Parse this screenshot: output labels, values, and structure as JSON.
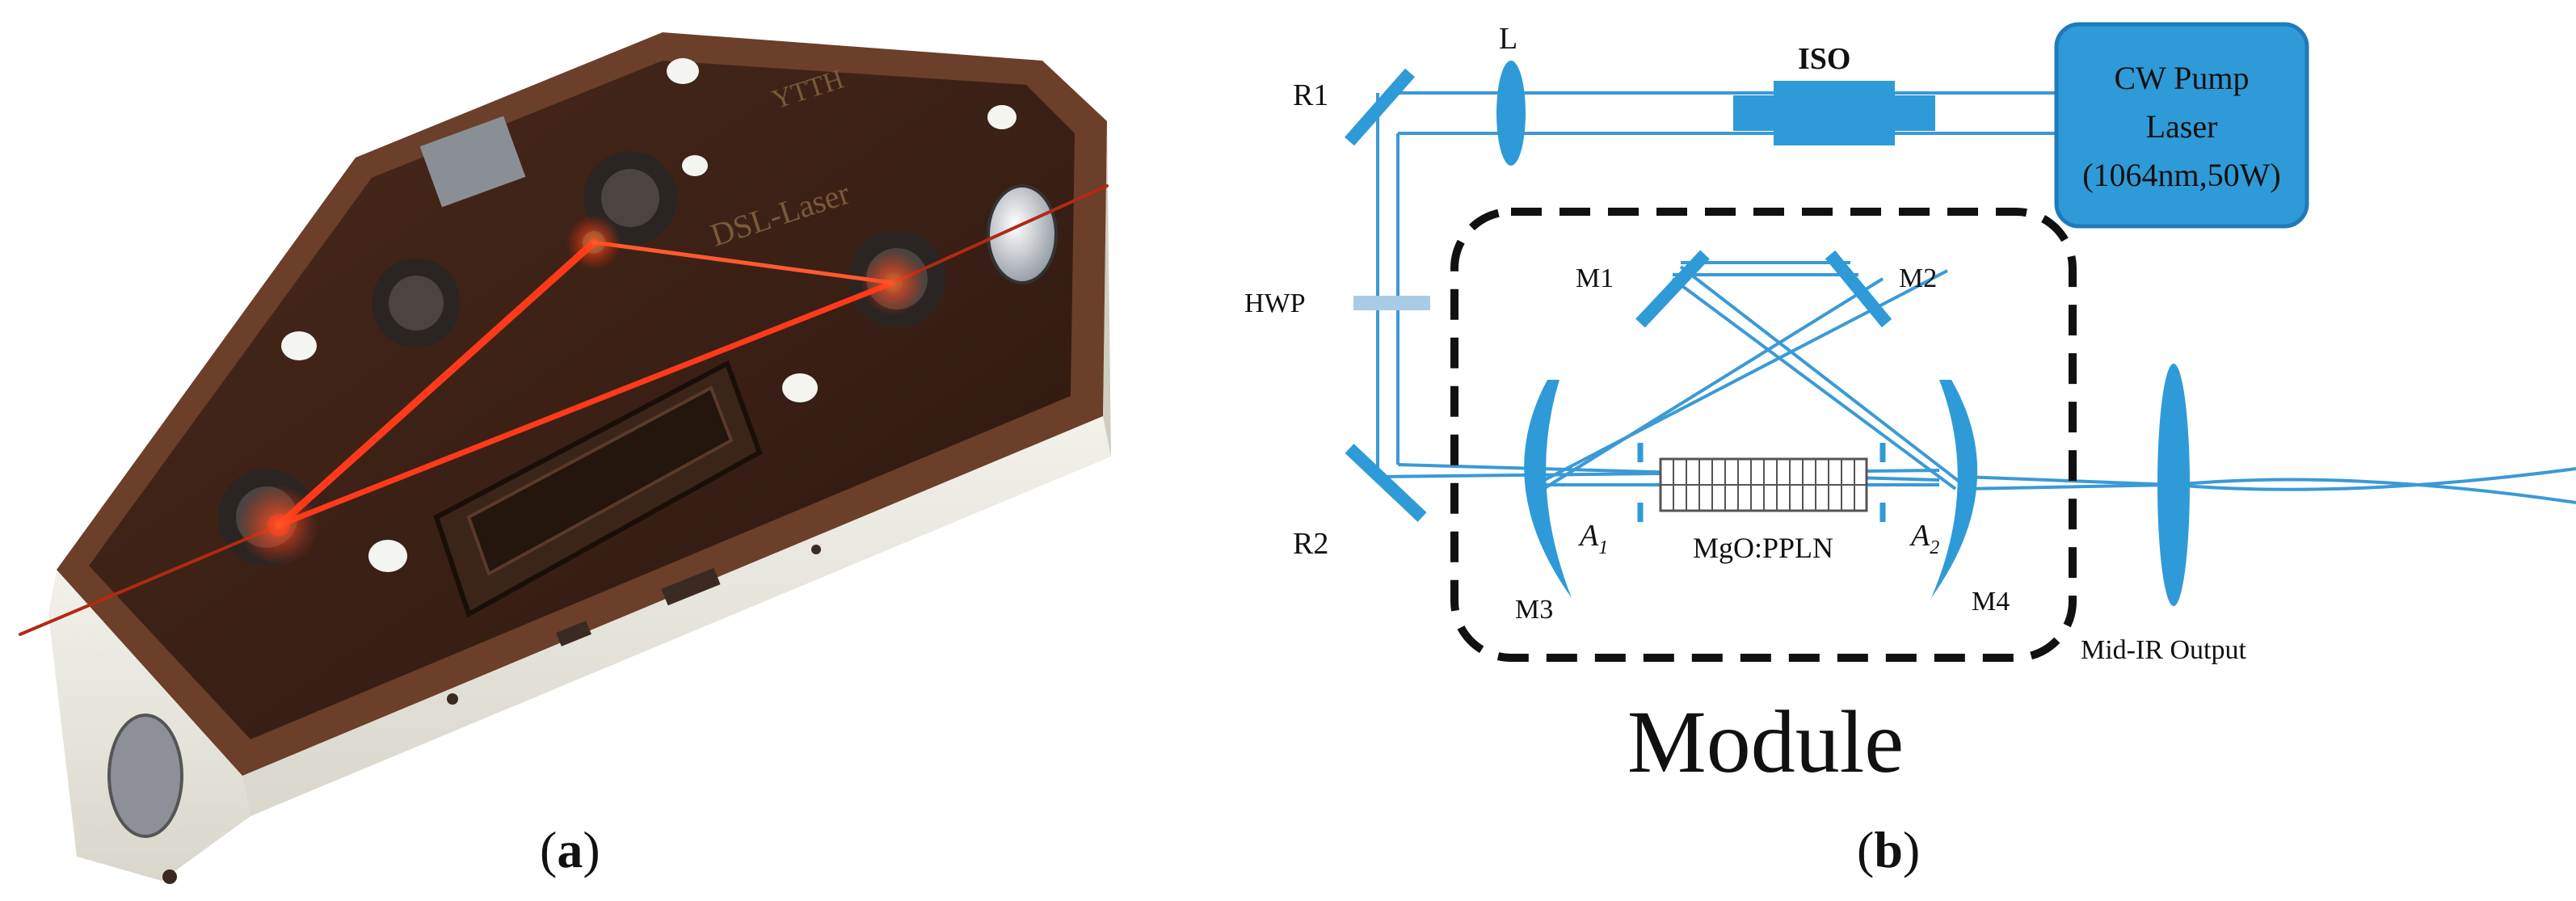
{
  "panel_a": {
    "caption_open": "(",
    "caption_letter": "a",
    "caption_close": ")",
    "engraving_top": "YTTH",
    "engraving_brand": "DSL-Laser"
  },
  "panel_b": {
    "caption_open": "(",
    "caption_letter": "b",
    "caption_close": ")",
    "labels": {
      "r1": "R1",
      "r2": "R2",
      "lens": "L",
      "iso": "ISO",
      "hwp": "HWP",
      "m1": "M1",
      "m2": "M2",
      "m3": "M3",
      "m4": "M4",
      "a1_letter": "A",
      "a1_sub": "1",
      "a2_letter": "A",
      "a2_sub": "2",
      "crystal": "MgO:PPLN",
      "output": "Mid-IR Output",
      "module": "Module"
    },
    "pump_box": {
      "line1": "CW Pump",
      "line2": "Laser",
      "line3": "(1064nm,50W)"
    },
    "colors": {
      "beam": "#3a9ad6",
      "component": "#2f9ad8",
      "pump_fill": "#2f9ad8",
      "pump_border": "#1f7bb8",
      "hwp": "#a9cbe6",
      "module_border": "#111111",
      "housing": "#5a3524",
      "laser": "#ff3a1a"
    }
  }
}
